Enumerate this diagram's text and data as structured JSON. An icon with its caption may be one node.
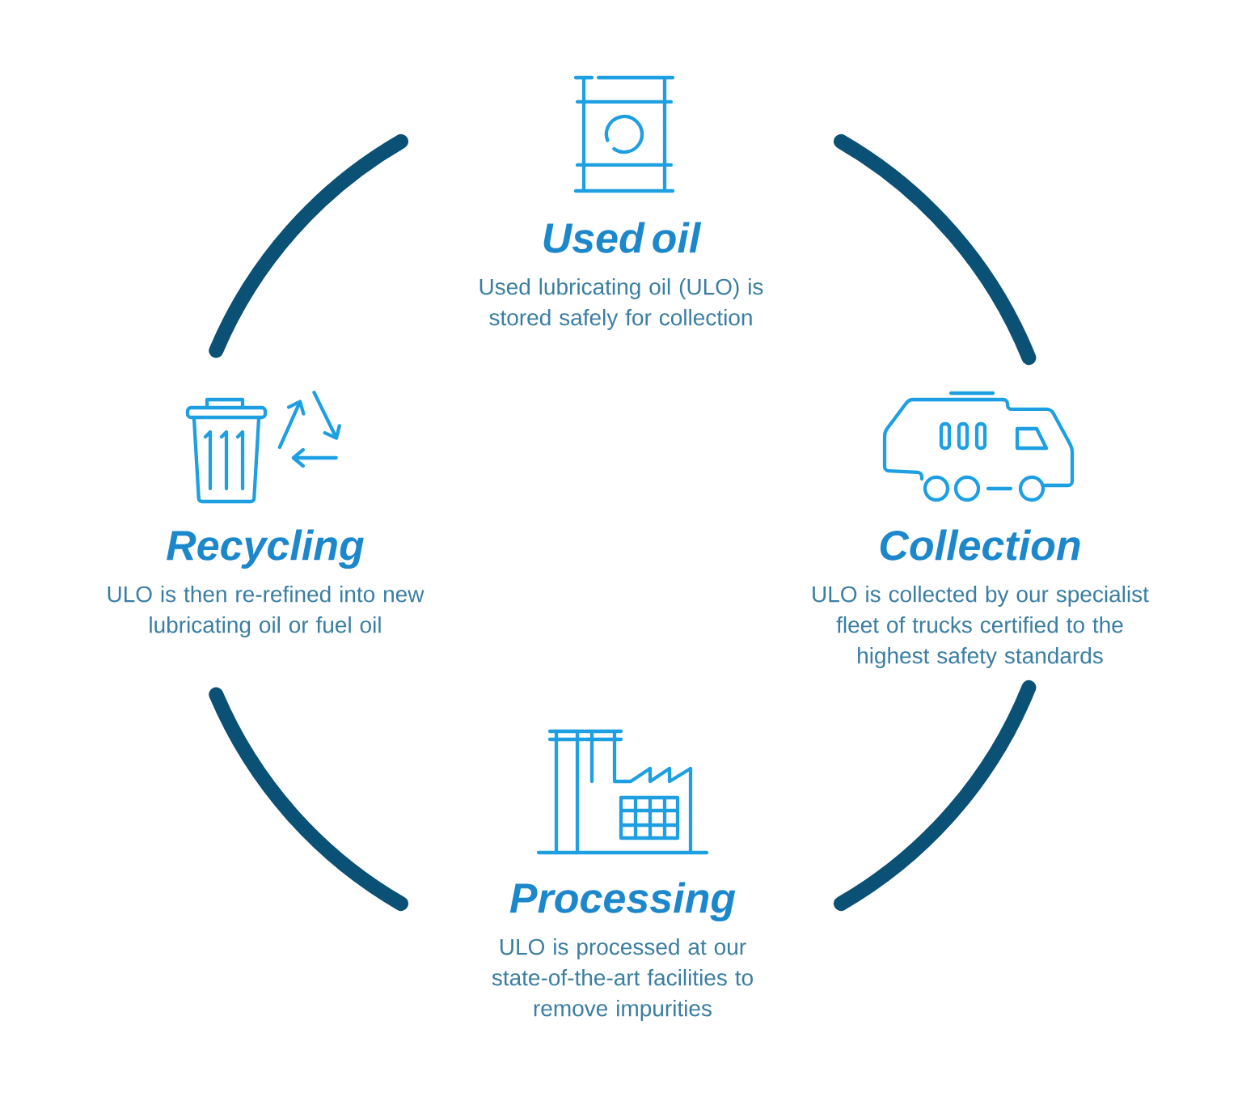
{
  "diagram": {
    "nodes": [
      {
        "text": [
          "Used oil",
          "Used lubricating oil (ULO) is stored safely for collection"
        ]
      },
      {
        "text": [
          "Recycling",
          "ULO is then re-refined into new lubricating oil or fuel oil"
        ]
      },
      {
        "text": [
          "Collection",
          "ULO is collected by our specialist fleet of trucks certified to the highest safety standards"
        ]
      },
      {
        "text": [
          "Processing",
          "ULO is processed at our state-of-the-art facilities to remove impurities"
        ]
      }
    ],
    "edges": [
      {
        "from": 0,
        "to": 2,
        "arrow": "none"
      },
      {
        "from": 2,
        "to": 3,
        "arrow": "none"
      },
      {
        "from": 3,
        "to": 1,
        "arrow": "none"
      },
      {
        "from": 1,
        "to": 0,
        "arrow": "none"
      }
    ]
  }
}
